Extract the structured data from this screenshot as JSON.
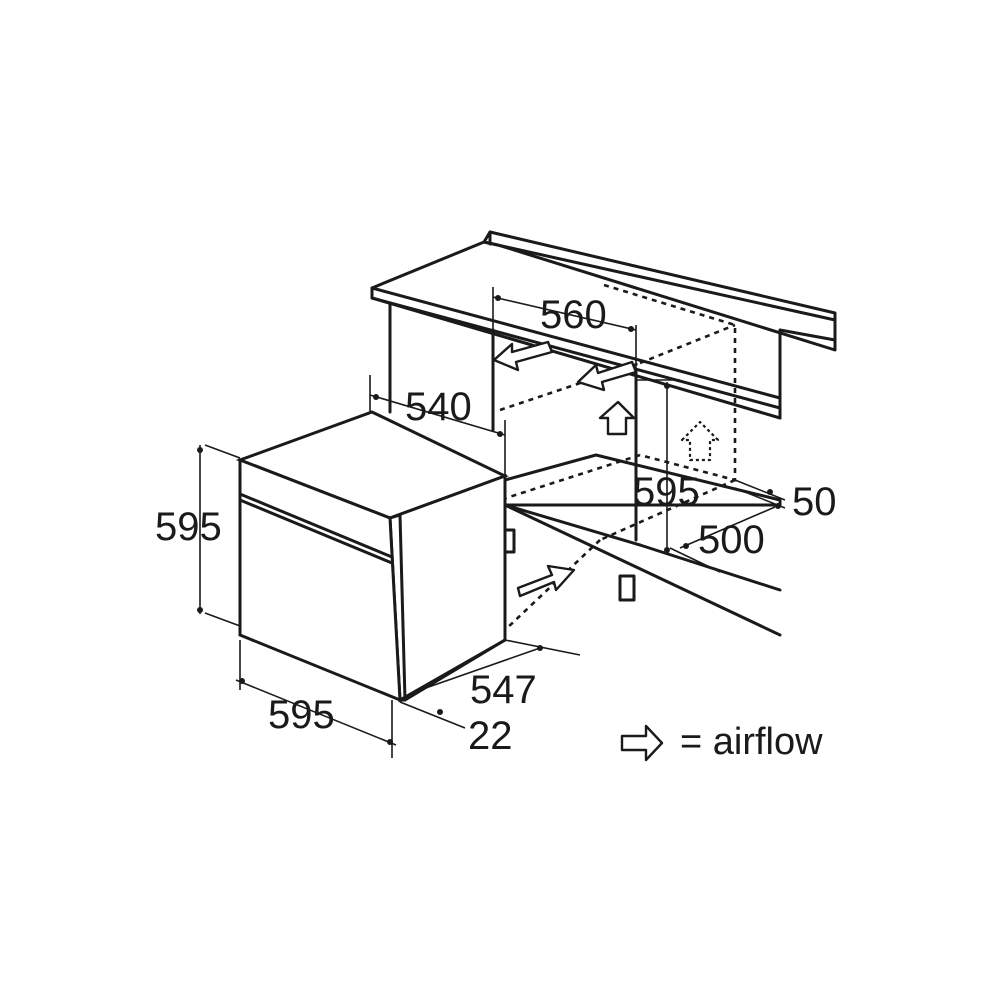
{
  "dimensions": {
    "cavity_width": "560",
    "oven_depth": "540",
    "oven_height": "595",
    "oven_width": "595",
    "cavity_height": "595",
    "gap": "50",
    "cavity_depth": "500",
    "depth_with_door": "547",
    "door_thickness": "22"
  },
  "legend": {
    "label": "= airflow",
    "icon": "hollow-arrow-right-icon"
  }
}
